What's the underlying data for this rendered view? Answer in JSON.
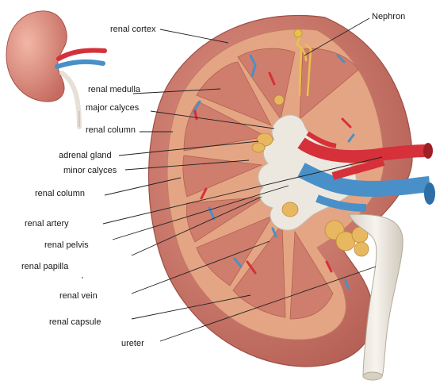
{
  "labels": {
    "renal_cortex": "renal cortex",
    "nephron": "Nephron",
    "renal_medulla": "renal medulla",
    "major_calyces": "major calyces",
    "renal_column_1": "renal column",
    "adrenal_gland": "adrenal gland",
    "minor_calyces": "minor calyces",
    "renal_column_2": "renal column",
    "renal_artery": "renal artery",
    "renal_pelvis": "renal pelvis",
    "renal_papilla": "renal papilla",
    "renal_vein": "renal vein",
    "renal_capsule": "renal capsule",
    "ureter": "ureter"
  },
  "colors": {
    "capsule": "#c8776a",
    "cortex": "#e4a584",
    "medulla": "#cf7d6c",
    "pelvis": "#ece8e0",
    "artery": "#d6303a",
    "vein": "#4a90c8",
    "adrenal": "#e8b860",
    "nephron": "#e8c24e",
    "leader": "#222222"
  }
}
